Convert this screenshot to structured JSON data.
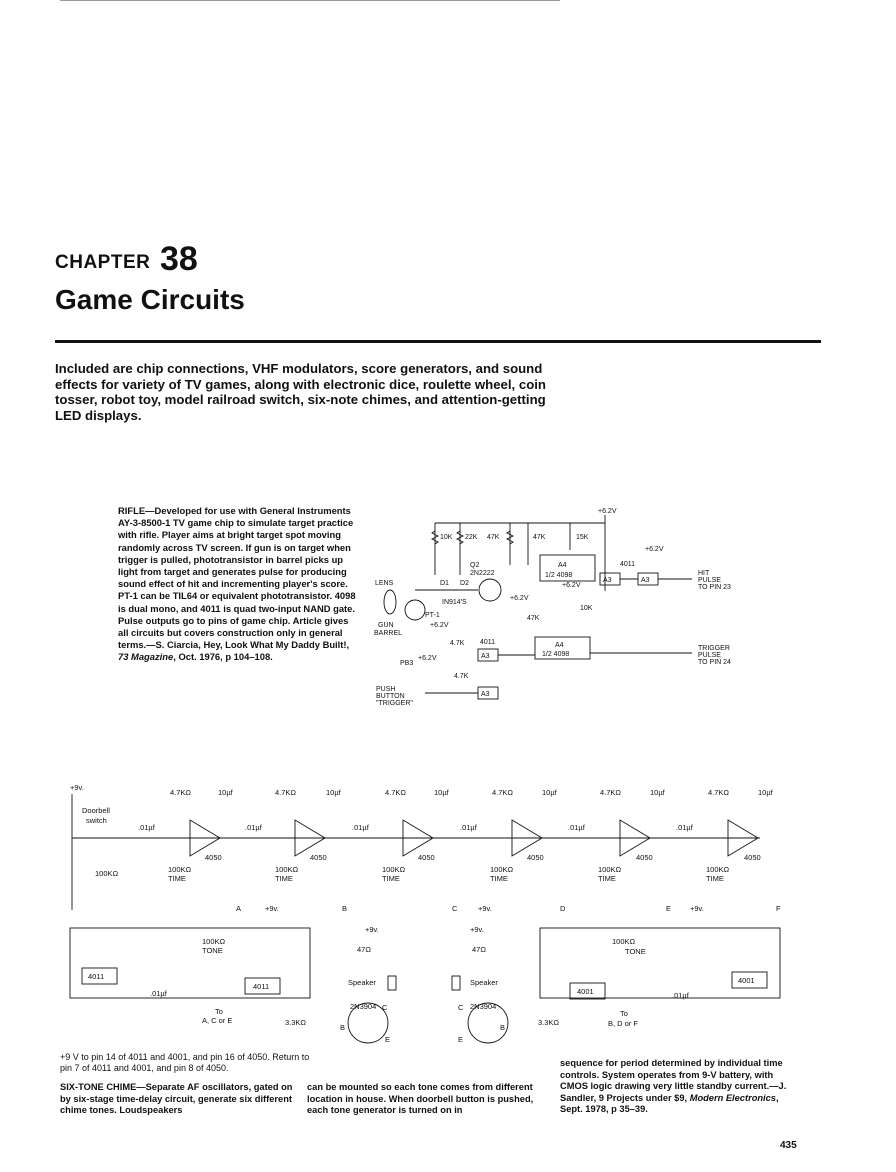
{
  "chapter": {
    "label": "CHAPTER",
    "number": "38",
    "title": "Game Circuits"
  },
  "intro": "Included are chip connections, VHF modulators, score generators, and sound effects for variety of TV games, along with electronic dice, roulette wheel, coin tosser, robot toy, model railroad switch, six-note chimes, and attention-getting LED displays.",
  "rifle": {
    "lead": "RIFLE",
    "text": "—Developed for use with General Instruments AY-3-8500-1 TV game chip to simulate target practice with rifle. Player aims at bright target spot moving randomly across TV screen. If gun is on target when trigger is pulled, phototransistor in barrel picks up light from target and generates pulse for producing sound effect of hit and incrementing player's score. PT-1 can be TIL64 or equivalent phototransistor. 4098 is dual mono, and 4011 is quad two-input NAND gate. Pulse outputs go to pins of game chip. Article gives all circuits but covers construction only in general terms.—S. Ciarcia, Hey, Look What My Daddy Built!, ",
    "source": "73 Magazine",
    "tail": ", Oct. 1976, p 104–108."
  },
  "rifle_labels": {
    "v62": "+6.2V",
    "r10k": "10K",
    "r22k": "22K",
    "r47k": "47K",
    "r15k": "15K",
    "q2": "Q2",
    "q2type": "2N2222",
    "d1": "D1",
    "d2": "D2",
    "diodes": "IN914'S",
    "a4": "A4",
    "half4098": "1/2 4098",
    "ic4011": "4011",
    "a3": "A3",
    "lens": "LENS",
    "pt1": "PT-1",
    "gun": "GUN",
    "barrel": "BARREL",
    "r4k7": "4.7K",
    "pb3": "PB3",
    "push": "PUSH",
    "button": "BUTTON",
    "trigger": "\"TRIGGER\"",
    "hit": "HIT",
    "pulse": "PULSE",
    "topin23": "TO PIN 23",
    "trig": "TRIGGER",
    "topin24": "TO PIN 24"
  },
  "chime_labels": {
    "v9": "+9v.",
    "doorbell": "Doorbell",
    "switch": "switch",
    "r47k": "4.7KΩ",
    "c10": "10µf",
    "c01": ".01µf",
    "ic4050": "4050",
    "r100k": "100KΩ",
    "r100k_plain": "100KΩ",
    "time": "TIME",
    "tone": "TONE",
    "outA": "A",
    "outB": "B",
    "outC": "C",
    "outD": "D",
    "outE": "E",
    "outF": "F",
    "ic4011": "4011",
    "ic4001": "4001",
    "to": "To",
    "toACE": "A, C or E",
    "toBDF": "B, D or F",
    "r47": "47Ω",
    "speaker": "Speaker",
    "q": "2N3904",
    "r33k": "3.3KΩ",
    "pB": "B",
    "pC": "C",
    "pE": "E"
  },
  "note": "+9 V to pin 14 of 4011 and 4001, and pin 16 of 4050. Return to pin 7 of 4011 and 4001, and pin 8 of 4050.",
  "chime": {
    "lead": "SIX-TONE CHIME",
    "col1": "—Separate AF oscillators, gated on by six-stage time-delay circuit, generate six different chime tones. Loudspeakers",
    "col2": "can be mounted so each tone comes from different location in house. When doorbell button is pushed, each tone generator is turned on in",
    "col3": "sequence for period determined by individual time controls. System operates from 9-V battery, with CMOS logic drawing very little standby current.—J. Sandler, 9 Projects under $9, ",
    "source": "Modern Electronics",
    "tail": ", Sept. 1978, p 35–39."
  },
  "page_number": "435"
}
